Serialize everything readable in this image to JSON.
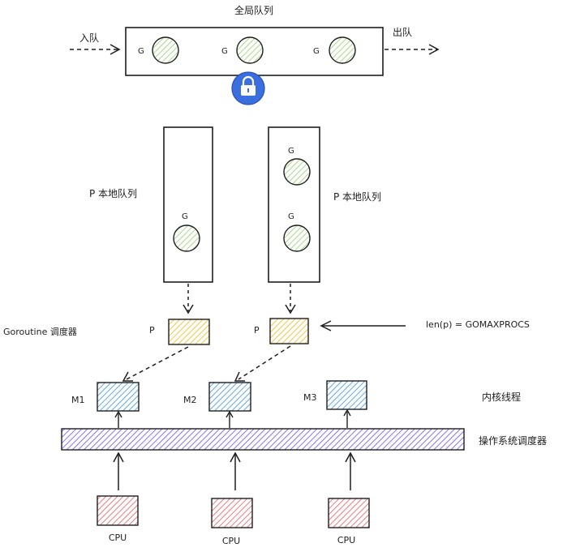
{
  "global_queue": {
    "title": "全局队列",
    "enqueue": "入队",
    "dequeue": "出队",
    "g_labels": [
      "G",
      "G",
      "G"
    ]
  },
  "lock": {
    "icon": "lock-icon"
  },
  "local_queues": [
    {
      "label": "P 本地队列",
      "g_labels": [
        "G"
      ]
    },
    {
      "label": "P 本地队列",
      "g_labels": [
        "G",
        "G"
      ]
    }
  ],
  "scheduler": {
    "label": "Goroutine 调度器",
    "p_labels": [
      "P",
      "P"
    ],
    "formula": "len(p) = GOMAXPROCS"
  },
  "threads": {
    "labels": [
      "M1",
      "M2",
      "M3"
    ],
    "caption": "内核线程"
  },
  "os_scheduler": {
    "label": "操作系统调度器"
  },
  "cpus": {
    "labels": [
      "CPU",
      "CPU",
      "CPU"
    ]
  },
  "colors": {
    "goroutine": "#a9d98c",
    "p": "#f4c542",
    "m": "#5fa8e6",
    "os": "#8e6ff0",
    "cpu": "#ee7a7a",
    "lock": "#3b6fe0"
  }
}
